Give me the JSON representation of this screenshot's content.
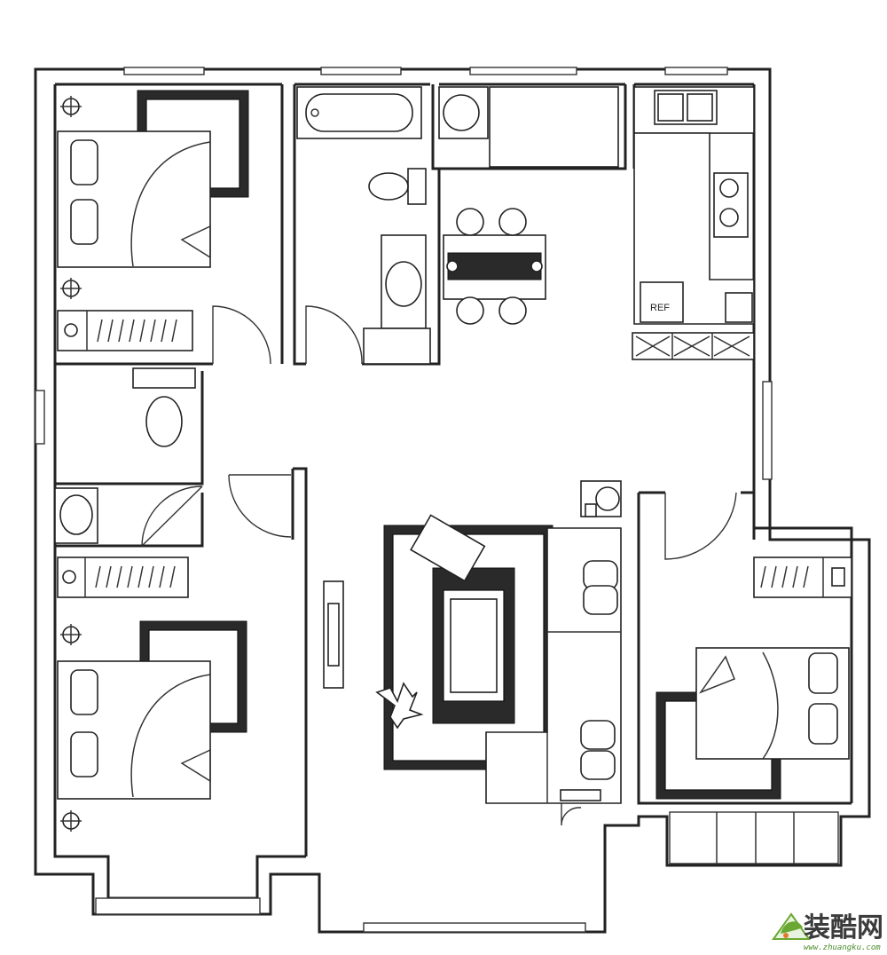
{
  "fridge_label": "REF",
  "watermark": {
    "brand": "装酷网",
    "site": "www.zhuangku.com",
    "logo_icon": "house-leaf-logo-icon",
    "accent_color": "#6aa832"
  },
  "colors": {
    "wall": "#222222",
    "rug": "#2a2a2a",
    "background": "#ffffff"
  }
}
